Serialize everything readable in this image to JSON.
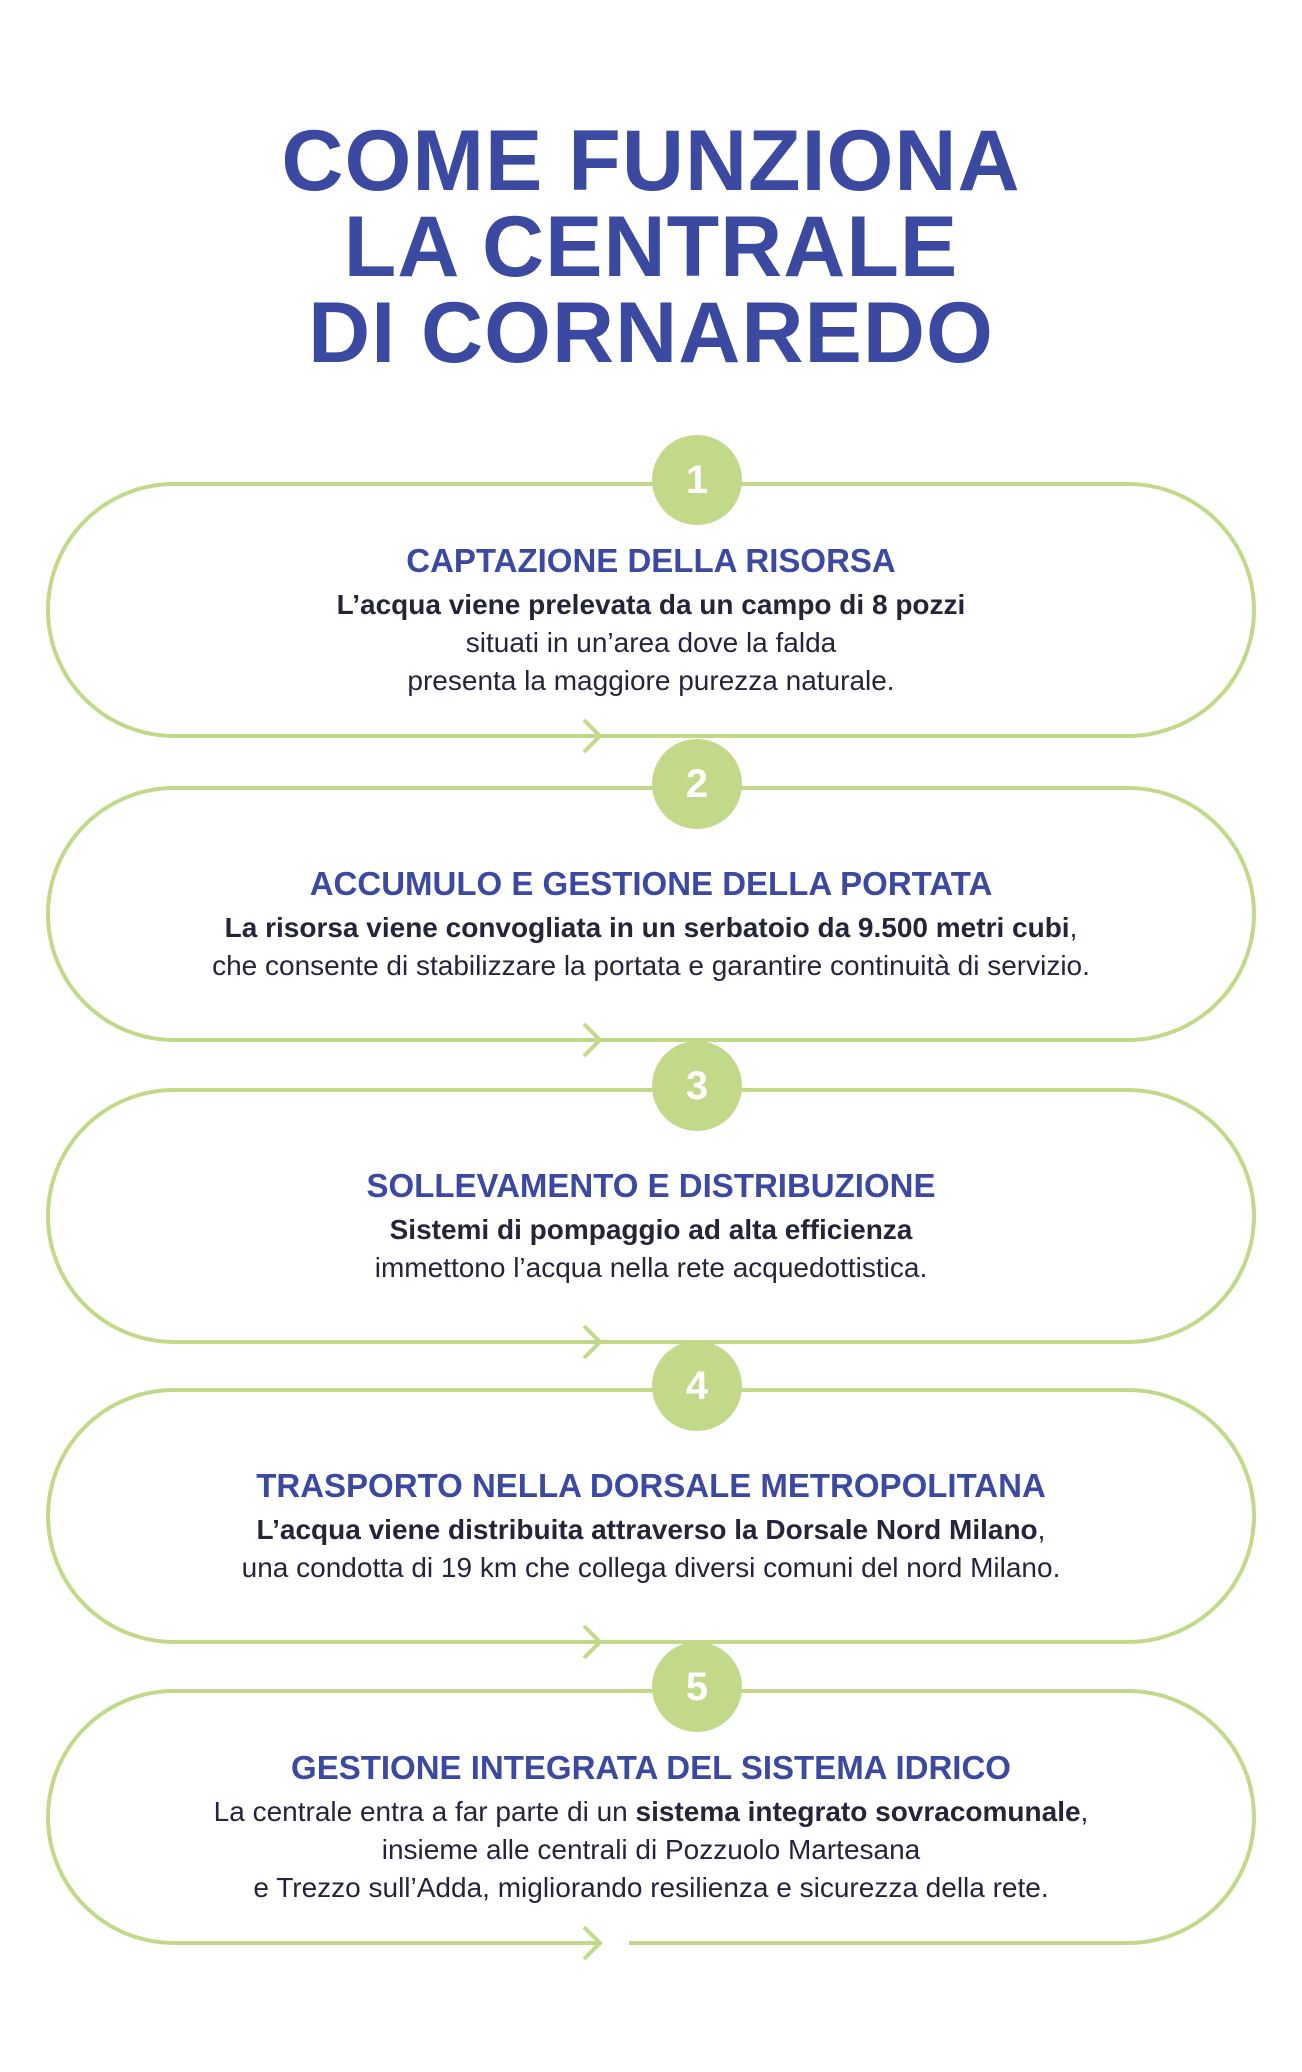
{
  "title": [
    "COME FUNZIONA",
    "LA CENTRALE",
    "DI CORNAREDO"
  ],
  "colors": {
    "accent": "#3b4aa0",
    "green": "#c3d98a",
    "text": "#25253a"
  },
  "steps": [
    {
      "number": "1",
      "heading": "CAPTAZIONE DELLA RISORSA",
      "lines": [
        [
          {
            "text": "L’acqua viene prelevata da un campo di 8 pozzi",
            "bold": true
          }
        ],
        [
          {
            "text": "situati in un’area dove la falda",
            "bold": false
          }
        ],
        [
          {
            "text": "presenta la maggiore purezza naturale.",
            "bold": false
          }
        ]
      ]
    },
    {
      "number": "2",
      "heading": "ACCUMULO E GESTIONE DELLA PORTATA",
      "lines": [
        [
          {
            "text": "La risorsa viene convogliata in un serbatoio da 9.500 metri cubi",
            "bold": true
          },
          {
            "text": ",",
            "bold": false
          }
        ],
        [
          {
            "text": "che consente di stabilizzare la portata e garantire continuità di servizio.",
            "bold": false
          }
        ]
      ]
    },
    {
      "number": "3",
      "heading": "SOLLEVAMENTO E DISTRIBUZIONE",
      "lines": [
        [
          {
            "text": "Sistemi di pompaggio ad alta efficienza",
            "bold": true
          }
        ],
        [
          {
            "text": "immettono l’acqua nella rete acquedottistica.",
            "bold": false
          }
        ]
      ]
    },
    {
      "number": "4",
      "heading": "TRASPORTO NELLA DORSALE METROPOLITANA",
      "lines": [
        [
          {
            "text": "L’acqua viene distribuita attraverso la Dorsale Nord Milano",
            "bold": true
          },
          {
            "text": ",",
            "bold": false
          }
        ],
        [
          {
            "text": "una condotta di 19 km che collega diversi comuni del nord Milano.",
            "bold": false
          }
        ]
      ]
    },
    {
      "number": "5",
      "heading": "GESTIONE INTEGRATA DEL SISTEMA IDRICO",
      "lines": [
        [
          {
            "text": "La centrale entra a far parte di un ",
            "bold": false
          },
          {
            "text": "sistema integrato sovracomunale",
            "bold": true
          },
          {
            "text": ",",
            "bold": false
          }
        ],
        [
          {
            "text": "insieme alle centrali di Pozzuolo Martesana",
            "bold": false
          }
        ],
        [
          {
            "text": "e Trezzo sull’Adda, migliorando resilienza e sicurezza della rete.",
            "bold": false
          }
        ]
      ]
    }
  ]
}
